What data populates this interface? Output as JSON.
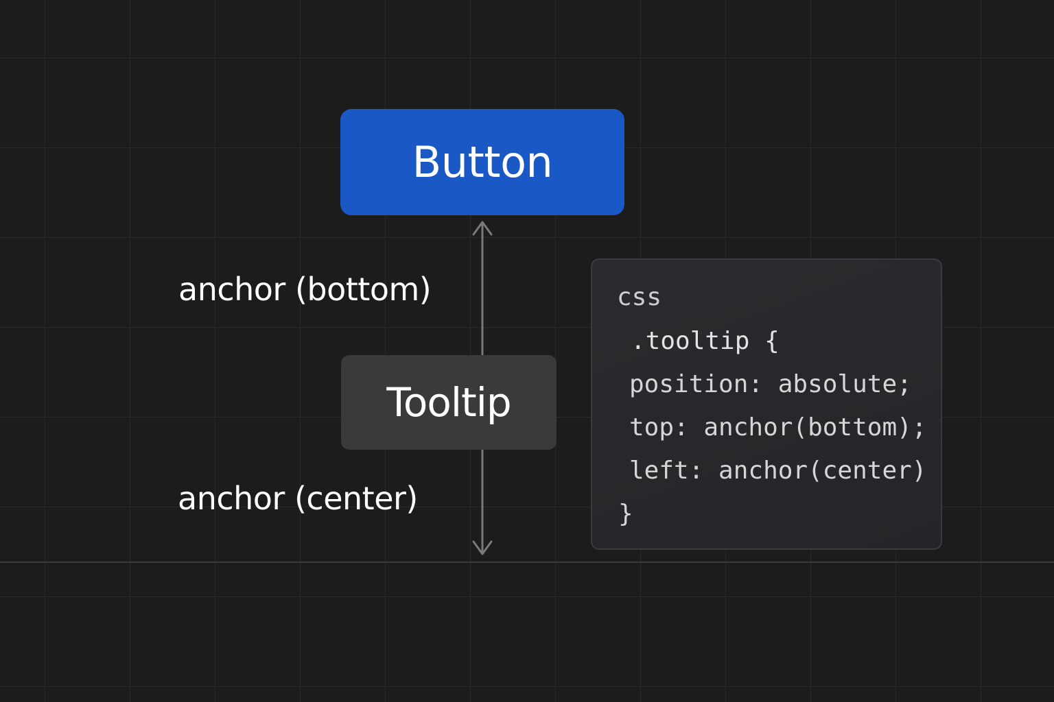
{
  "diagram": {
    "button_label": "Button",
    "tooltip_label": "Tooltip",
    "label_anchor_bottom": "anchor (bottom)",
    "label_anchor_center": "anchor (center)"
  },
  "code": {
    "language": "css",
    "lines": [
      ".tooltip {",
      "position: absolute;",
      "top: anchor(bottom);",
      "left: anchor(center)",
      "}"
    ]
  },
  "colors": {
    "background": "#1c1c1d",
    "button": "#1a58c6",
    "tooltip": "#3a3a3d",
    "code_panel": "#27282b",
    "arrow": "#7a7a7a"
  },
  "icons": {
    "arrow_up": "arrow-up-icon",
    "arrow_down": "arrow-down-icon"
  }
}
